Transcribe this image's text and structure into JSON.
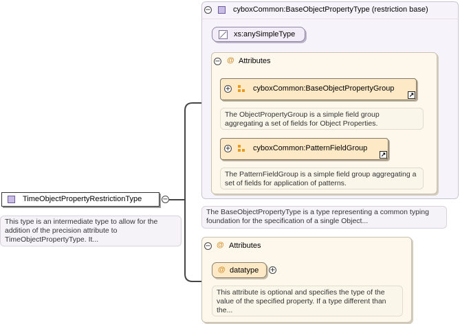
{
  "root_type": {
    "label": "TimeObjectPropertyRestrictionType",
    "description": "This type is an intermediate type to allow for the addition of the precision attribute to TimeObjectPropertyType. It...",
    "toggle": "−"
  },
  "base_type": {
    "label": "cyboxCommon:BaseObjectPropertyType (restriction base)",
    "toggle": "−",
    "simple_type": "xs:anySimpleType",
    "description": "The BaseObjectPropertyType is a type representing a common typing foundation for the specification of a single Object..."
  },
  "base_attributes": {
    "label": "Attributes",
    "toggle": "−",
    "groups": [
      {
        "label": "cyboxCommon:BaseObjectPropertyGroup",
        "description": "The ObjectPropertyGroup is a simple field group aggregating a set of fields for Object Properties.",
        "toggle": "+"
      },
      {
        "label": "cyboxCommon:PatternFieldGroup",
        "description": "The PatternFieldGroup is a simple field group aggregating a set of fields for application of patterns.",
        "toggle": "+"
      }
    ]
  },
  "attributes": {
    "label": "Attributes",
    "toggle": "−",
    "attribute": {
      "label": "datatype",
      "toggle": "+",
      "description": "This attribute is optional and specifies the type of the value of the specified property. If a type different than the..."
    }
  },
  "colors": {
    "type_fill": "#c9bde6",
    "group_fill": "#fde9c6",
    "panel_fill": "#fdf7ec",
    "accent": "#d7932e"
  }
}
